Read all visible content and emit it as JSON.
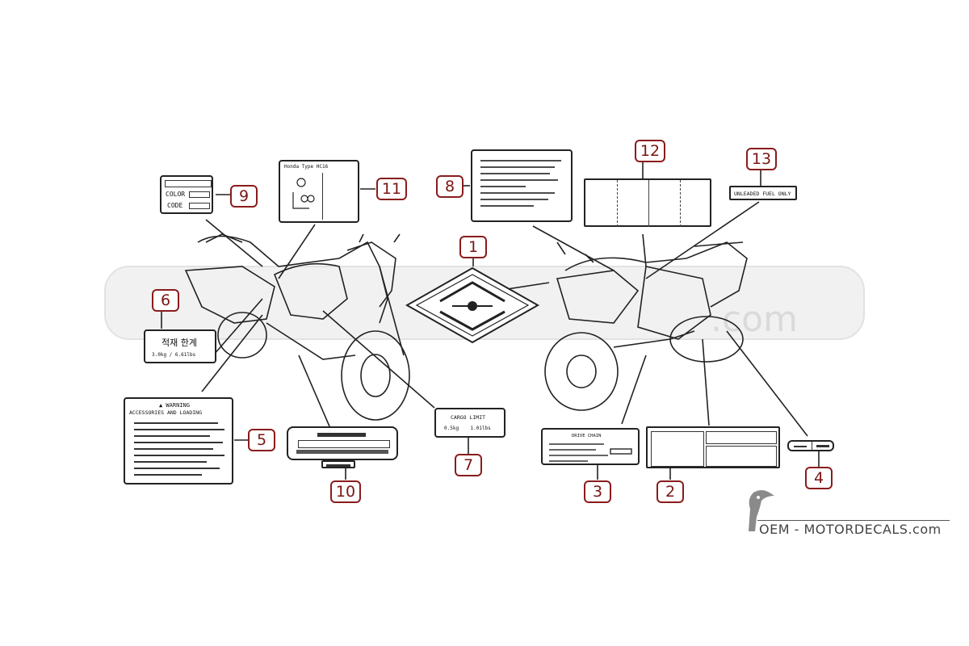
{
  "callouts": [
    "1",
    "2",
    "3",
    "4",
    "5",
    "6",
    "7",
    "8",
    "9",
    "10",
    "11",
    "12",
    "13"
  ],
  "decals": {
    "color_label": "COLOR",
    "code_label": "CODE",
    "korean_limit": "적재 한계",
    "korean_values": "3.0kg  /  6.61lbs",
    "warning_title": "▲ WARNING",
    "warning_subtitle": "ACCESSORIES AND LOADING",
    "cargo_title": "CARGO LIMIT",
    "cargo_values": "0.5kg    1.01lbs",
    "drive_chain": "DRIVE CHAIN",
    "unleaded": "UNLEADED FUEL ONLY",
    "honda_type": "Honda   Type   HC16"
  },
  "watermark": {
    "brand": "OEM - MOTORDECALS.com",
    "domain_fragment": ".com"
  }
}
